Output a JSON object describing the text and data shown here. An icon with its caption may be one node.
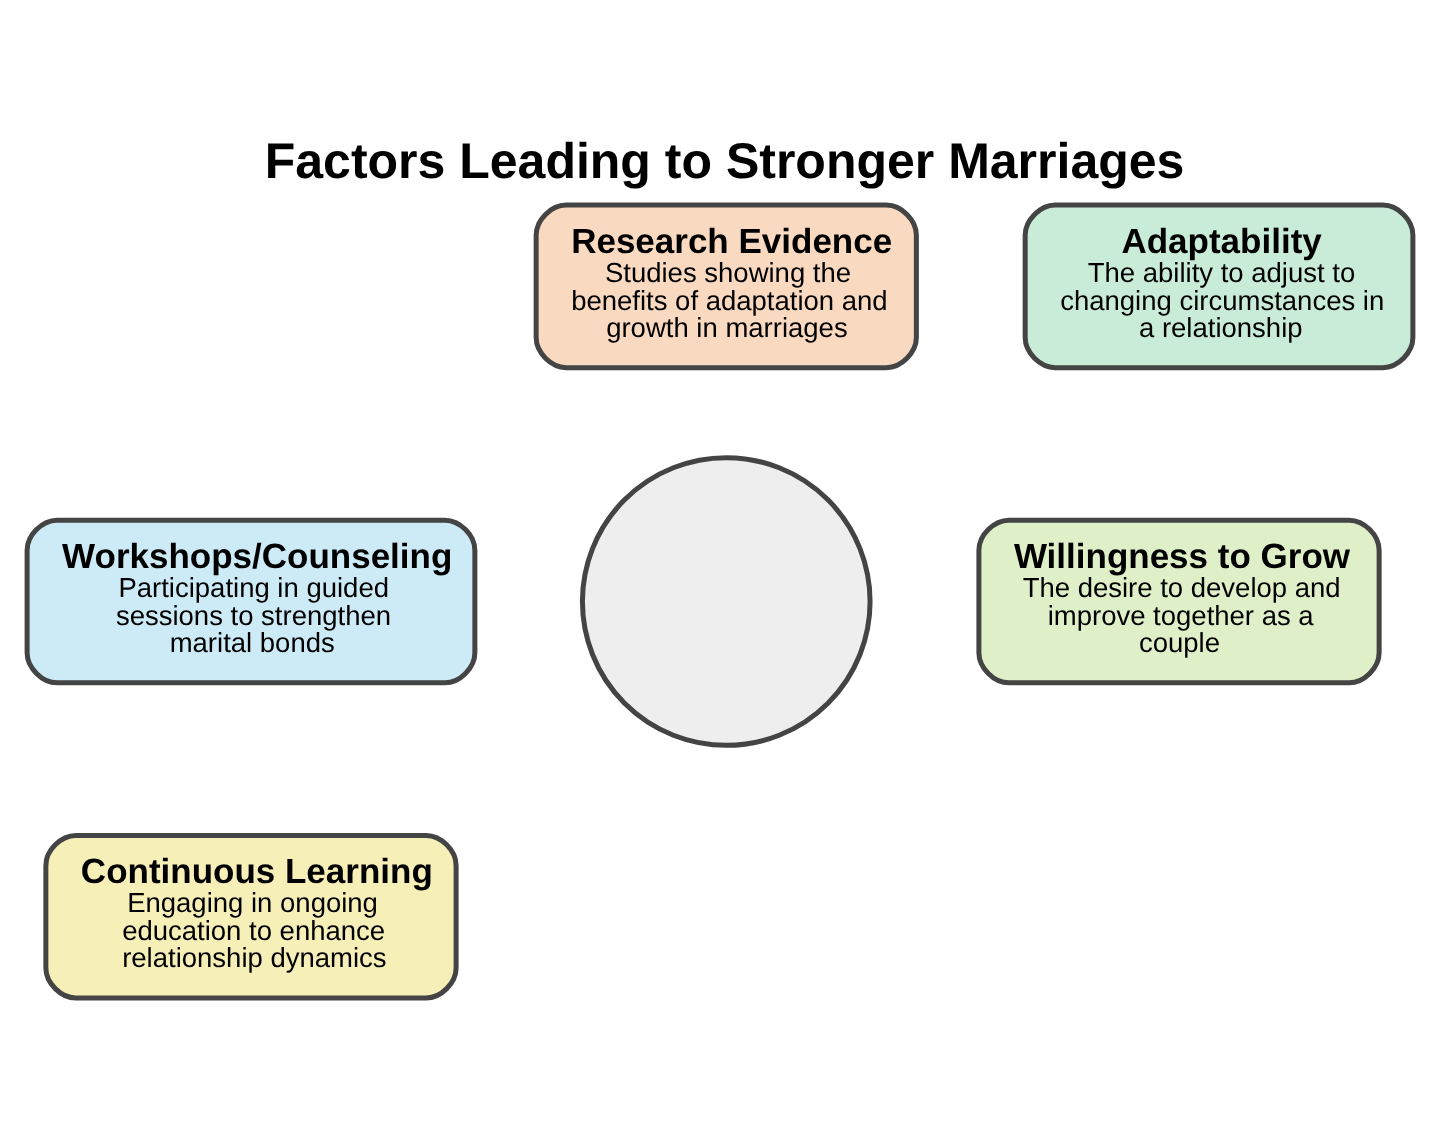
{
  "diagram": {
    "title": "Factors Leading to Stronger Marriages",
    "nodes": [
      {
        "text": [
          "Research Evidence",
          "Studies showing the benefits of adaptation and growth in marriages"
        ]
      },
      {
        "text": [
          "Adaptability",
          "The ability to adjust to changing circumstances in a relationship"
        ]
      },
      {
        "text": [],
        "shape": "circle"
      },
      {
        "text": [
          "Workshops/Counseling",
          "Participating in guided sessions to strengthen marital bonds"
        ]
      },
      {
        "text": [
          "Willingness to Grow",
          "The desire to develop and improve together as a couple"
        ]
      },
      {
        "text": [
          "Continuous Learning",
          "Engaging in ongoing education to enhance relationship dynamics"
        ]
      }
    ],
    "edges": []
  }
}
